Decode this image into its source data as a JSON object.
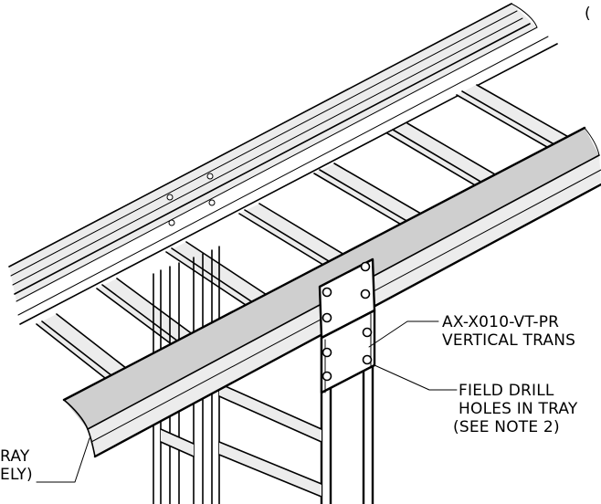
{
  "callouts": {
    "top_paren": "(",
    "part_number": "AX-X010-VT-PR",
    "part_desc": "VERTICAL TRANS",
    "field_drill_1": "FIELD DRILL",
    "field_drill_2": "HOLES IN TRAY",
    "field_drill_3": "(SEE NOTE 2)",
    "left_1": "RAY",
    "left_2": "ELY)"
  }
}
